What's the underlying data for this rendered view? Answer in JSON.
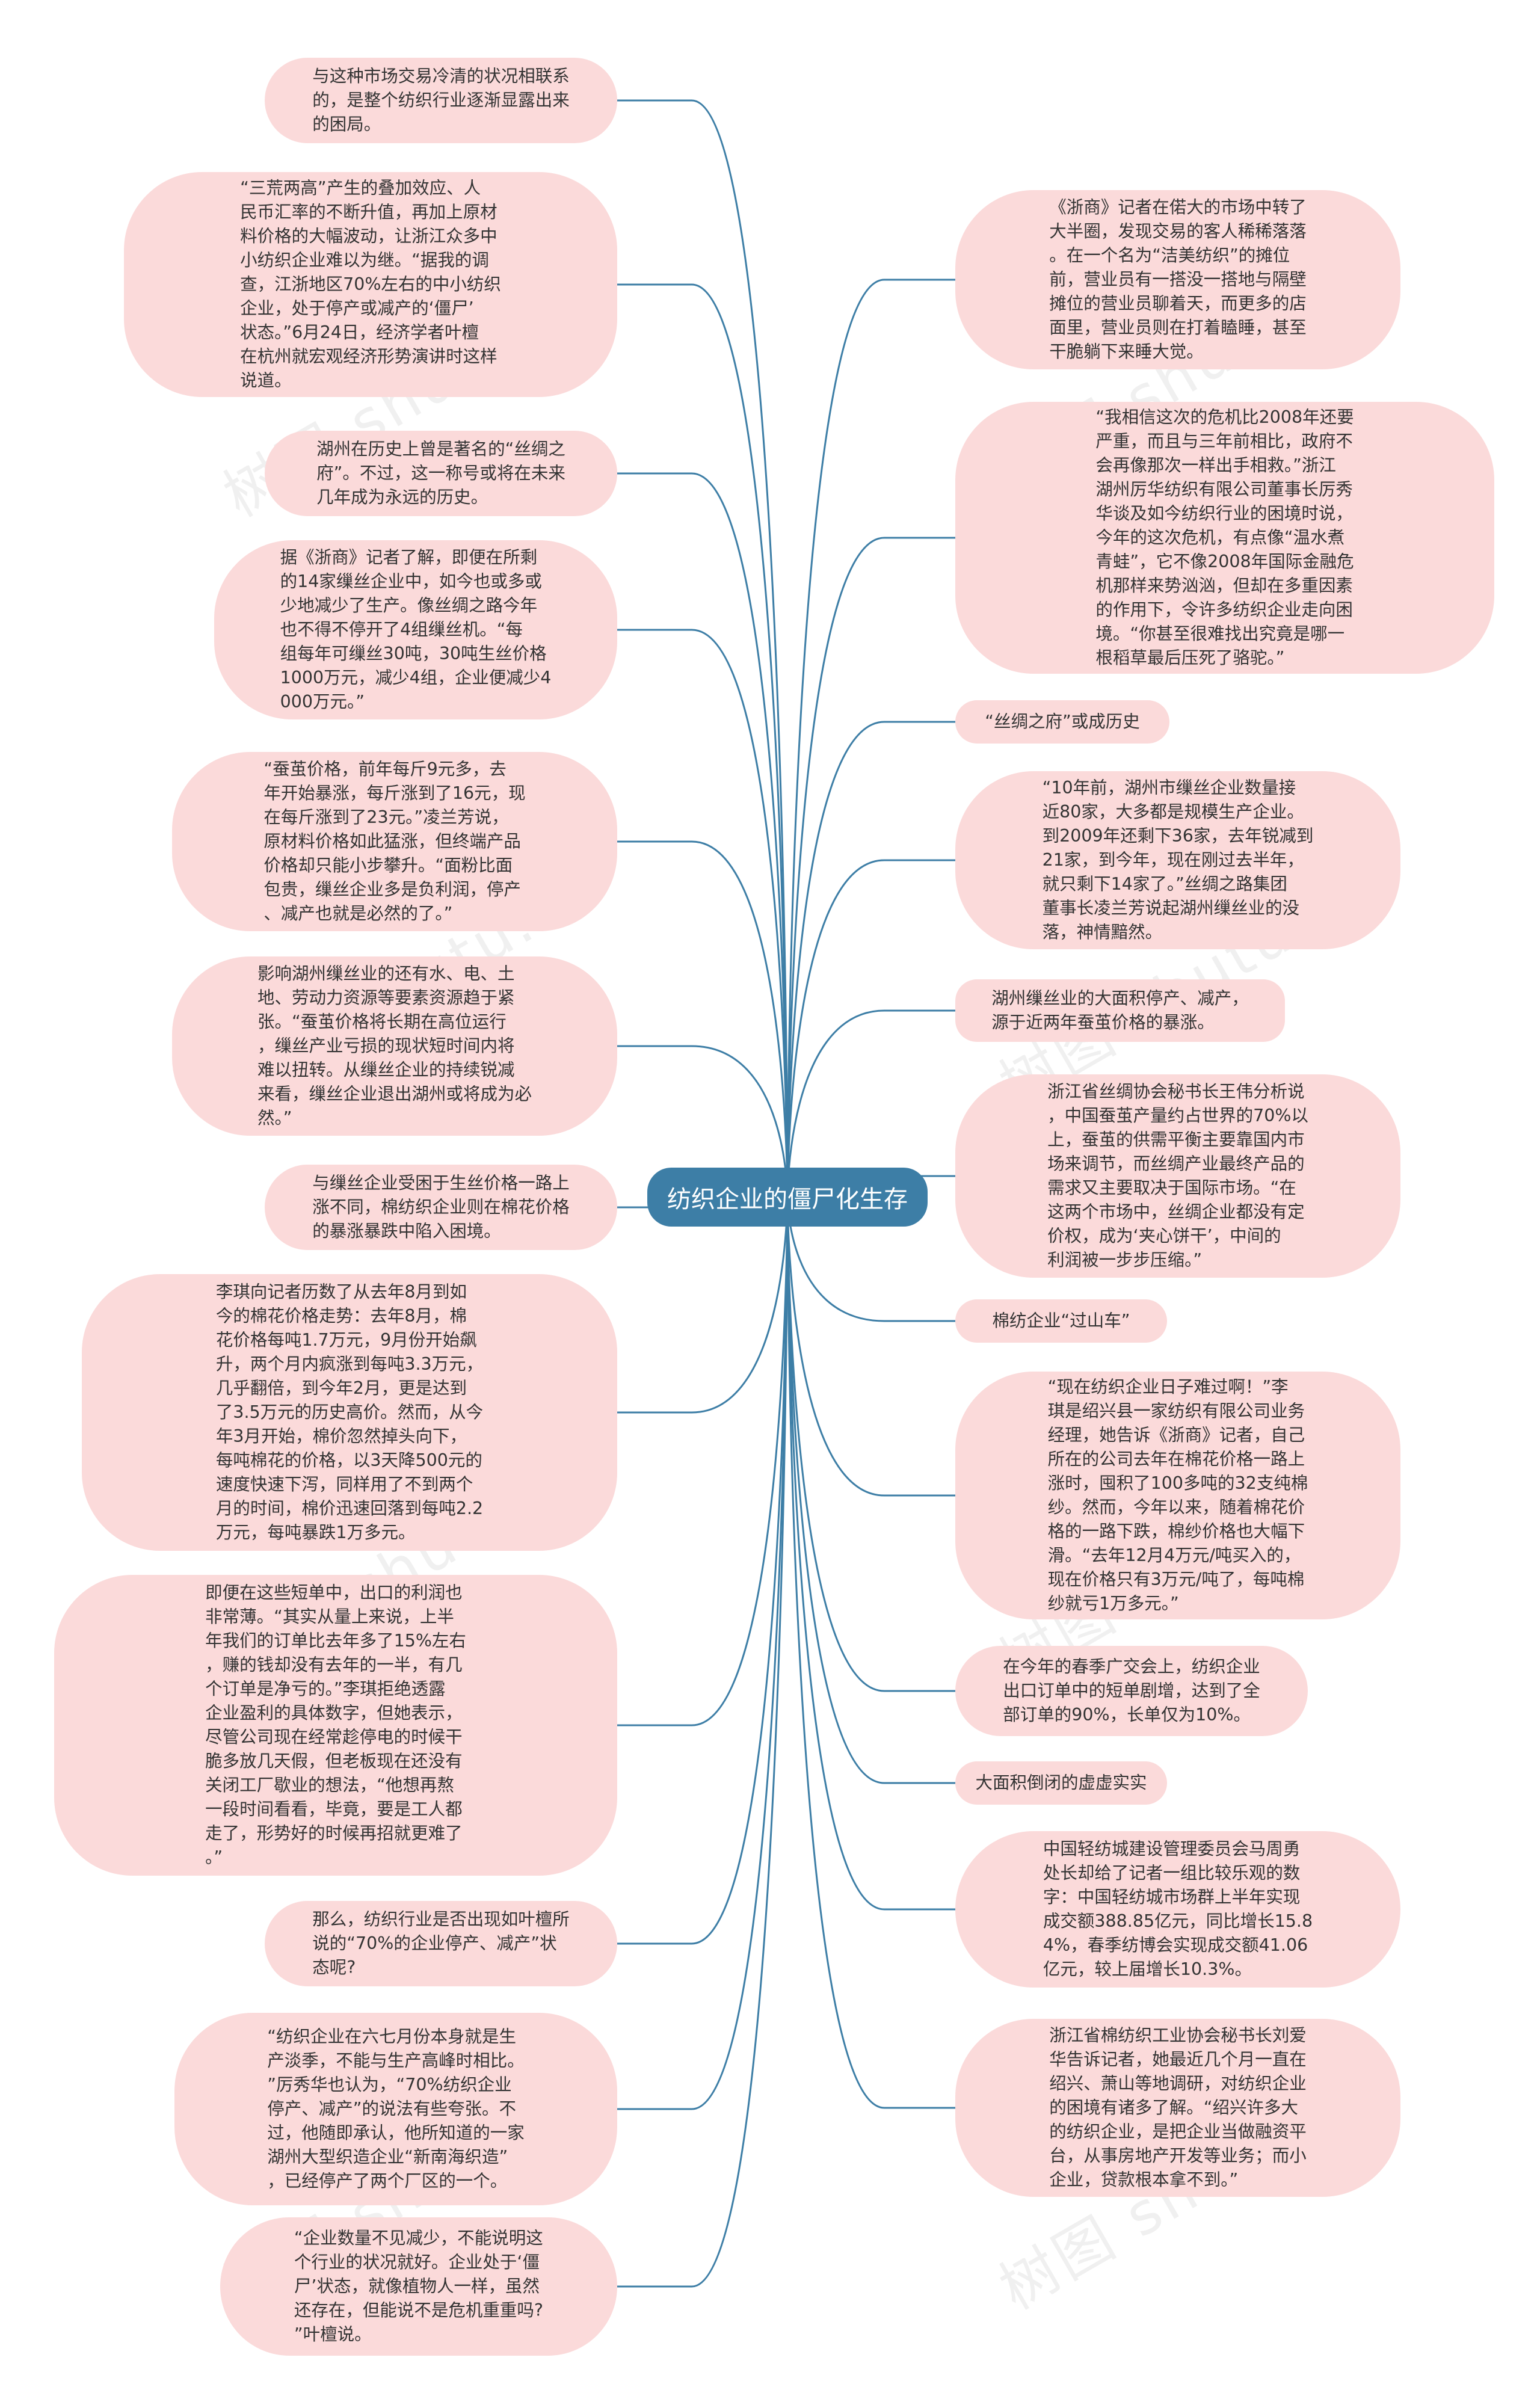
{
  "center": {
    "label": "纺织企业的僵尸化生存"
  },
  "watermark": "树图 shutu.cn",
  "colors": {
    "link": "#3d7ea6",
    "node_fill": "#fbdada",
    "center_fill": "#3d7ea6"
  },
  "left_nodes": [
    {
      "text": "与这种市场交易冷清的状况相联系\n的，是整个纺织行业逐渐显露出来\n的困局。"
    },
    {
      "text": "“三荒两高”产生的叠加效应、人\n民币汇率的不断升值，再加上原材\n料价格的大幅波动，让浙江众多中\n小纺织企业难以为继。“据我的调\n查，江浙地区70%左右的中小纺织\n企业，处于停产或减产的‘僵尸’\n状态。”6月24日，经济学者叶檀\n在杭州就宏观经济形势演讲时这样\n说道。"
    },
    {
      "text": "湖州在历史上曾是著名的“丝绸之\n府”。不过，这一称号或将在未来\n几年成为永远的历史。"
    },
    {
      "text": "据《浙商》记者了解，即便在所剩\n的14家缫丝企业中，如今也或多或\n少地减少了生产。像丝绸之路今年\n也不得不停开了4组缫丝机。“每\n组每年可缫丝30吨，30吨生丝价格\n1000万元，减少4组，企业便减少4\n000万元。”"
    },
    {
      "text": "“蚕茧价格，前年每斤9元多，去\n年开始暴涨，每斤涨到了16元，现\n在每斤涨到了23元。”凌兰芳说，\n原材料价格如此猛涨，但终端产品\n价格却只能小步攀升。“面粉比面\n包贵，缫丝企业多是负利润，停产\n、减产也就是必然的了。”"
    },
    {
      "text": "影响湖州缫丝业的还有水、电、土\n地、劳动力资源等要素资源趋于紧\n张。“蚕茧价格将长期在高位运行\n，缫丝产业亏损的现状短时间内将\n难以扭转。从缫丝企业的持续锐减\n来看，缫丝企业退出湖州或将成为必\n然。”"
    },
    {
      "text": "与缫丝企业受困于生丝价格一路上\n涨不同，棉纺织企业则在棉花价格\n的暴涨暴跌中陷入困境。"
    },
    {
      "text": "李琪向记者历数了从去年8月到如\n今的棉花价格走势：去年8月，棉\n花价格每吨1.7万元，9月份开始飙\n升，两个月内疯涨到每吨3.3万元，\n几乎翻倍，到今年2月，更是达到\n了3.5万元的历史高价。然而，从今\n年3月开始，棉价忽然掉头向下，\n每吨棉花的价格，以3天降500元的\n速度快速下泻，同样用了不到两个\n月的时间，棉价迅速回落到每吨2.2\n万元，每吨暴跌1万多元。"
    },
    {
      "text": "即便在这些短单中，出口的利润也\n非常薄。“其实从量上来说，上半\n年我们的订单比去年多了15%左右\n，赚的钱却没有去年的一半，有几\n个订单是净亏的。”李琪拒绝透露\n企业盈利的具体数字，但她表示，\n尽管公司现在经常趁停电的时候干\n脆多放几天假，但老板现在还没有\n关闭工厂歇业的想法，“他想再熬\n一段时间看看，毕竟，要是工人都\n走了，形势好的时候再招就更难了\n。”"
    },
    {
      "text": "那么，纺织行业是否出现如叶檀所\n说的“70%的企业停产、减产”状\n态呢?"
    },
    {
      "text": "“纺织企业在六七月份本身就是生\n产淡季，不能与生产高峰时相比。\n”厉秀华也认为，“70%纺织企业\n停产、减产”的说法有些夸张。不\n过，他随即承认，他所知道的一家\n湖州大型织造企业“新南海织造”\n，已经停产了两个厂区的一个。"
    },
    {
      "text": "“企业数量不见减少，不能说明这\n个行业的状况就好。企业处于‘僵\n尸’状态，就像植物人一样，虽然\n还存在，但能说不是危机重重吗?\n”叶檀说。"
    }
  ],
  "right_nodes": [
    {
      "text": "《浙商》记者在偌大的市场中转了\n大半圈，发现交易的客人稀稀落落\n。在一个名为“洁美纺织”的摊位\n前，营业员有一搭没一搭地与隔壁\n摊位的营业员聊着天，而更多的店\n面里，营业员则在打着瞌睡，甚至\n干脆躺下来睡大觉。"
    },
    {
      "text": "“我相信这次的危机比2008年还要\n严重，而且与三年前相比，政府不\n会再像那次一样出手相救。”浙江\n湖州厉华纺织有限公司董事长厉秀\n华谈及如今纺织行业的困境时说，\n今年的这次危机，有点像“温水煮\n青蛙”，它不像2008年国际金融危\n机那样来势汹汹，但却在多重因素\n的作用下，令许多纺织企业走向困\n境。“你甚至很难找出究竟是哪一\n根稻草最后压死了骆驼。”"
    },
    {
      "text": "“丝绸之府”或成历史"
    },
    {
      "text": "“10年前，湖州市缫丝企业数量接\n近80家，大多都是规模生产企业。\n到2009年还剩下36家，去年锐减到\n21家，到今年，现在刚过去半年，\n就只剩下14家了。”丝绸之路集团\n董事长凌兰芳说起湖州缫丝业的没\n落，神情黯然。"
    },
    {
      "text": "湖州缫丝业的大面积停产、减产，\n源于近两年蚕茧价格的暴涨。"
    },
    {
      "text": "浙江省丝绸协会秘书长王伟分析说\n，中国蚕茧产量约占世界的70%以\n上，蚕茧的供需平衡主要靠国内市\n场来调节，而丝绸产业最终产品的\n需求又主要取决于国际市场。“在\n这两个市场中，丝绸企业都没有定\n价权，成为‘夹心饼干’，中间的\n利润被一步步压缩。”"
    },
    {
      "text": "棉纺企业“过山车”"
    },
    {
      "text": "“现在纺织企业日子难过啊！”李\n琪是绍兴县一家纺织有限公司业务\n经理，她告诉《浙商》记者，自己\n所在的公司去年在棉花价格一路上\n涨时，囤积了100多吨的32支纯棉\n纱。然而，今年以来，随着棉花价\n格的一路下跌，棉纱价格也大幅下\n滑。“去年12月4万元/吨买入的，\n现在价格只有3万元/吨了，每吨棉\n纱就亏1万多元。”"
    },
    {
      "text": "在今年的春季广交会上，纺织企业\n出口订单中的短单剧增，达到了全\n部订单的90%，长单仅为10%。"
    },
    {
      "text": "大面积倒闭的虚虚实实"
    },
    {
      "text": "中国轻纺城建设管理委员会马周勇\n处长却给了记者一组比较乐观的数\n字：中国轻纺城市场群上半年实现\n成交额388.85亿元，同比增长15.8\n4%，春季纺博会实现成交额41.06\n亿元，较上届增长10.3%。"
    },
    {
      "text": "浙江省棉纺织工业协会秘书长刘爱\n华告诉记者，她最近几个月一直在\n绍兴、萧山等地调研，对纺织企业\n的困境有诸多了解。“绍兴许多大\n的纺织企业，是把企业当做融资平\n台，从事房地产开发等业务；而小\n企业，贷款根本拿不到。”"
    }
  ]
}
